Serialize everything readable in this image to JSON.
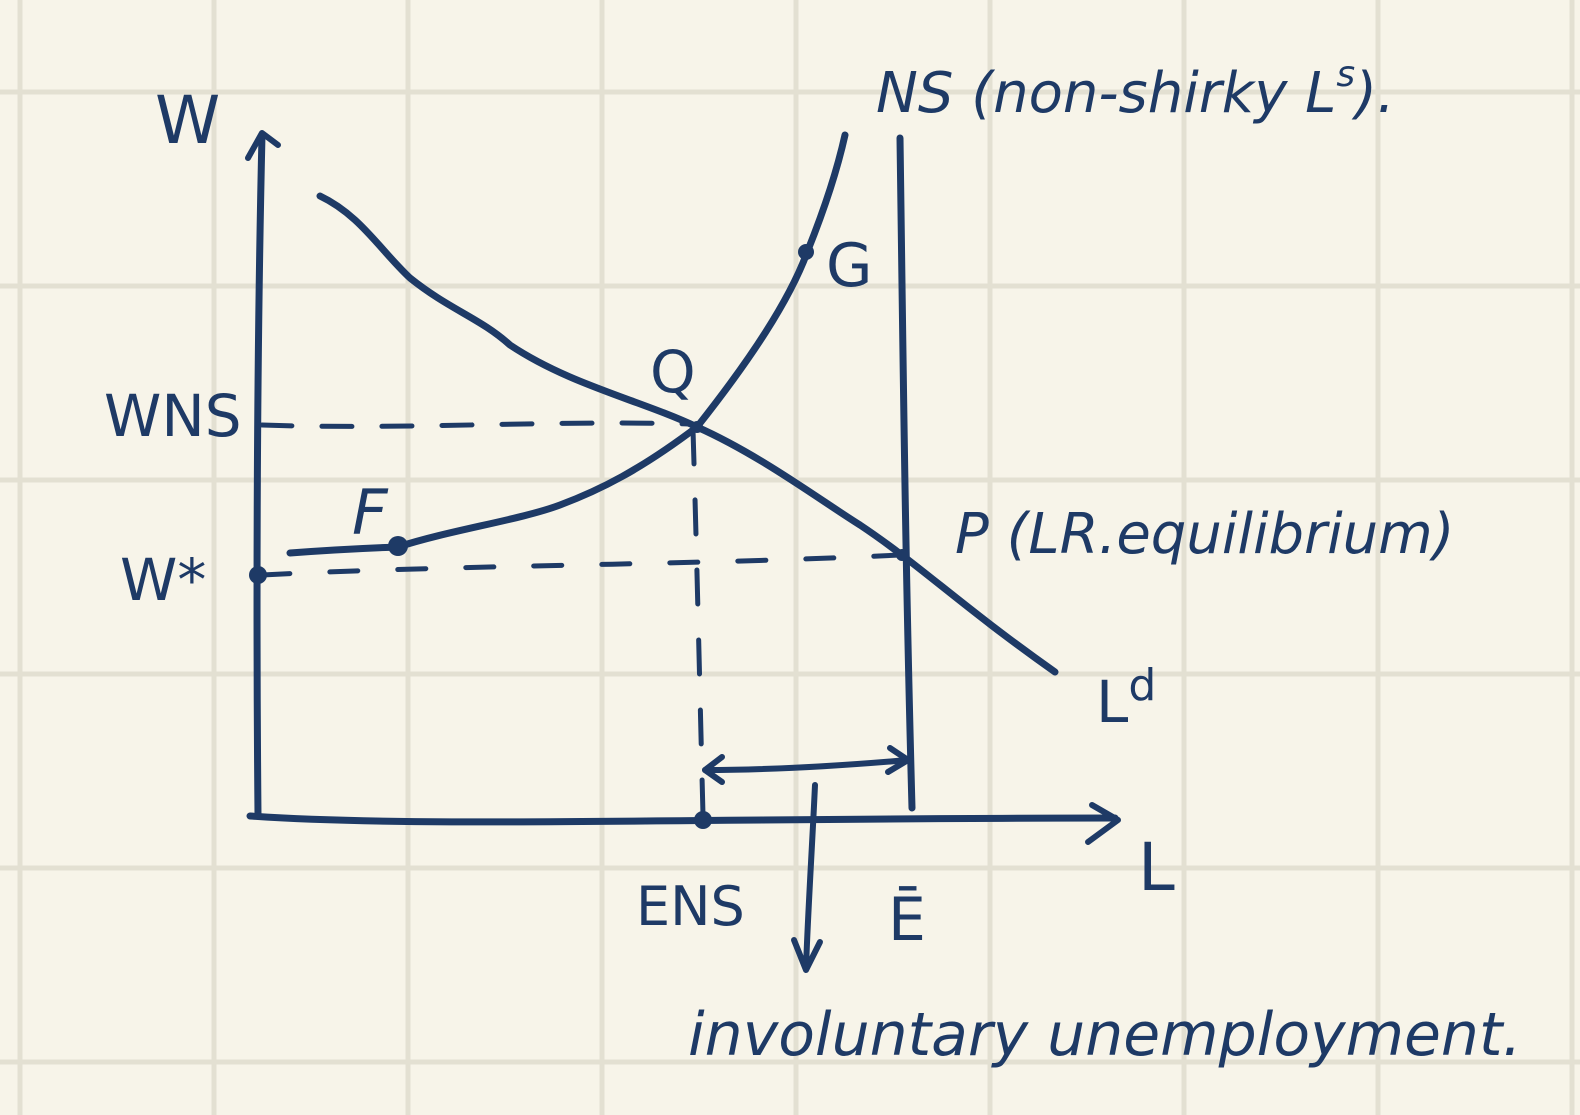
{
  "colors": {
    "paper": "#f7f4e9",
    "grid": "#e3e0d2",
    "ink": "#1e3a66"
  },
  "axes": {
    "y_label": "W",
    "x_label": "L"
  },
  "wage_labels": {
    "w_ns": "WNS",
    "w_star": "W*"
  },
  "employment_labels": {
    "e_ns": "ENS",
    "e_bar": "Ē"
  },
  "curves": {
    "ns_label": "NS (non-shirky L",
    "ns_sup": "s",
    "ns_close": ").",
    "ld_label": "L",
    "ld_sup": "d"
  },
  "points": {
    "q": "Q",
    "g": "G",
    "f": "F",
    "p": "P (LR.equilibrium)"
  },
  "annotation": {
    "unemployment": "involuntary unemployment."
  }
}
